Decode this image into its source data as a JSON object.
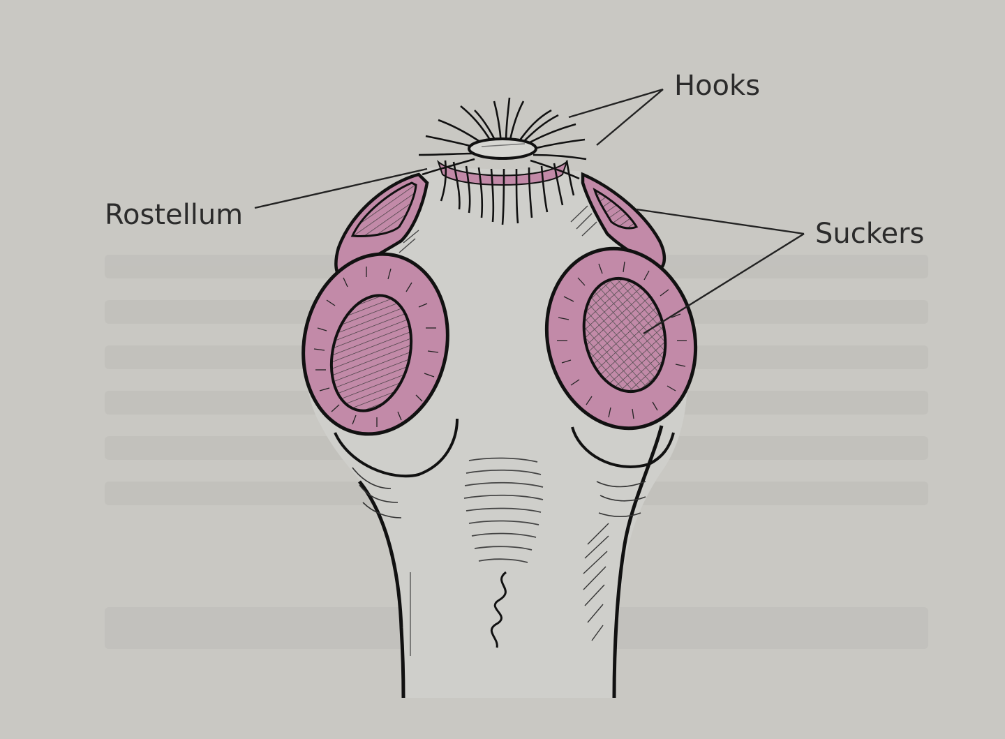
{
  "labels": {
    "hooks": "Hooks",
    "rostellum": "Rostellum",
    "suckers": "Suckers"
  },
  "colors": {
    "background": "#c9c8c3",
    "sucker_rim": "#c28aa8",
    "outline": "#111111",
    "body_fill": "#cfcfcb"
  }
}
